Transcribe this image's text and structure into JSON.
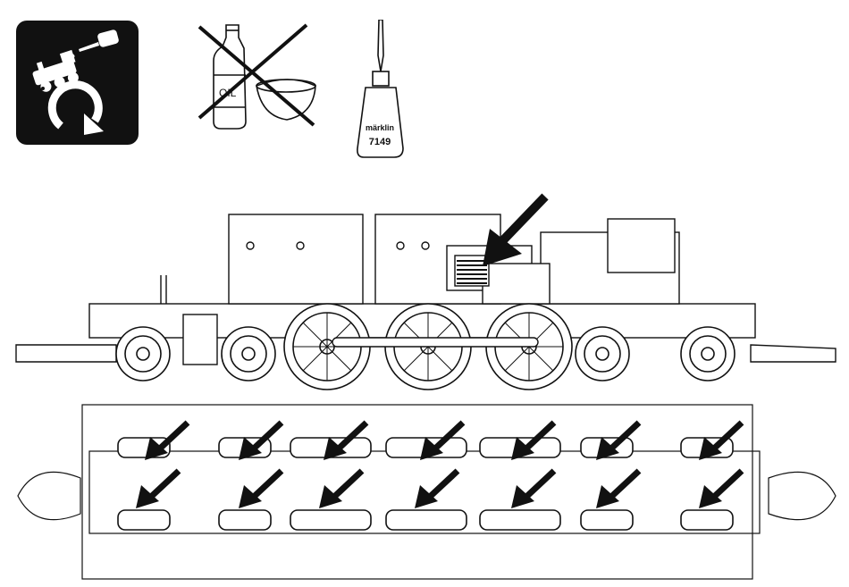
{
  "icons": {
    "maintenance_icon": "locomotive-oiling-cycle-icon",
    "no_oil_icon": "crossed-out-oil-bottle-icon",
    "oil_tube_icon": "marklin-oil-tube-icon"
  },
  "labels": {
    "bottle_text": "OIL",
    "tube_brand": "märklin",
    "tube_number": "7149"
  },
  "colors": {
    "ink": "#111111",
    "icon_bg": "#111111",
    "paper": "#ffffff"
  }
}
